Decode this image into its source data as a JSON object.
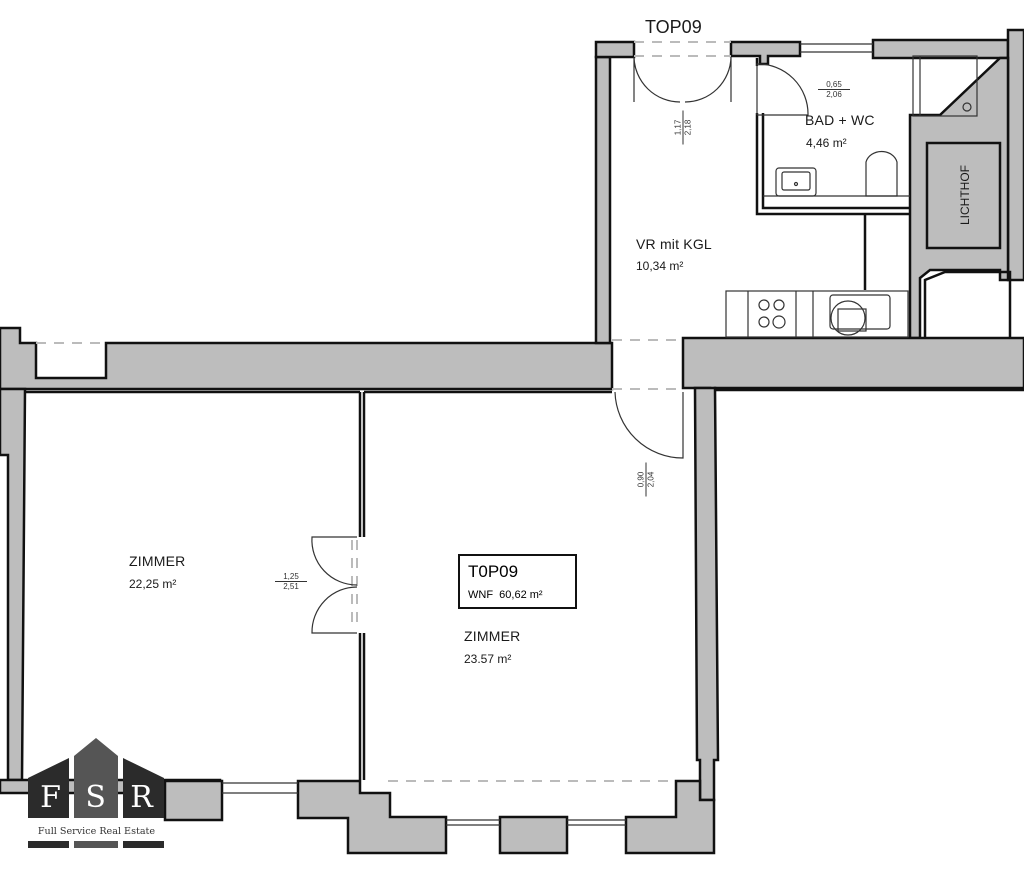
{
  "plan": {
    "unit_label_top": "TOP09",
    "unit_box": {
      "code": "T0P09",
      "wnf_label": "WNF",
      "wnf_value": "60,62 m²"
    },
    "rooms": [
      {
        "id": "vr",
        "name": "VR mit KGL",
        "area": "10,34 m²"
      },
      {
        "id": "bad",
        "name": "BAD + WC",
        "area": "4,46 m²"
      },
      {
        "id": "zimmer1",
        "name": "ZIMMER",
        "area": "22,25 m²"
      },
      {
        "id": "zimmer2",
        "name": "ZIMMER",
        "area": "23.57 m²"
      }
    ],
    "lichthof": "LICHTHOF",
    "doors": [
      {
        "id": "entry",
        "width": "1,17",
        "height": "2,18"
      },
      {
        "id": "bad",
        "width": "0,65",
        "height": "2,06"
      },
      {
        "id": "zimmer1",
        "width": "1,25",
        "height": "2,51"
      },
      {
        "id": "zimmer2",
        "width": "0,90",
        "height": "2,04"
      }
    ],
    "colors": {
      "wall_fill": "#bdbdbd",
      "wall_stroke": "#111111",
      "background": "#ffffff",
      "logo_dark": "#2b2b2b",
      "logo_mid": "#555555"
    }
  },
  "logo": {
    "letters": [
      "F",
      "S",
      "R"
    ],
    "tagline": "Full Service Real Estate"
  }
}
